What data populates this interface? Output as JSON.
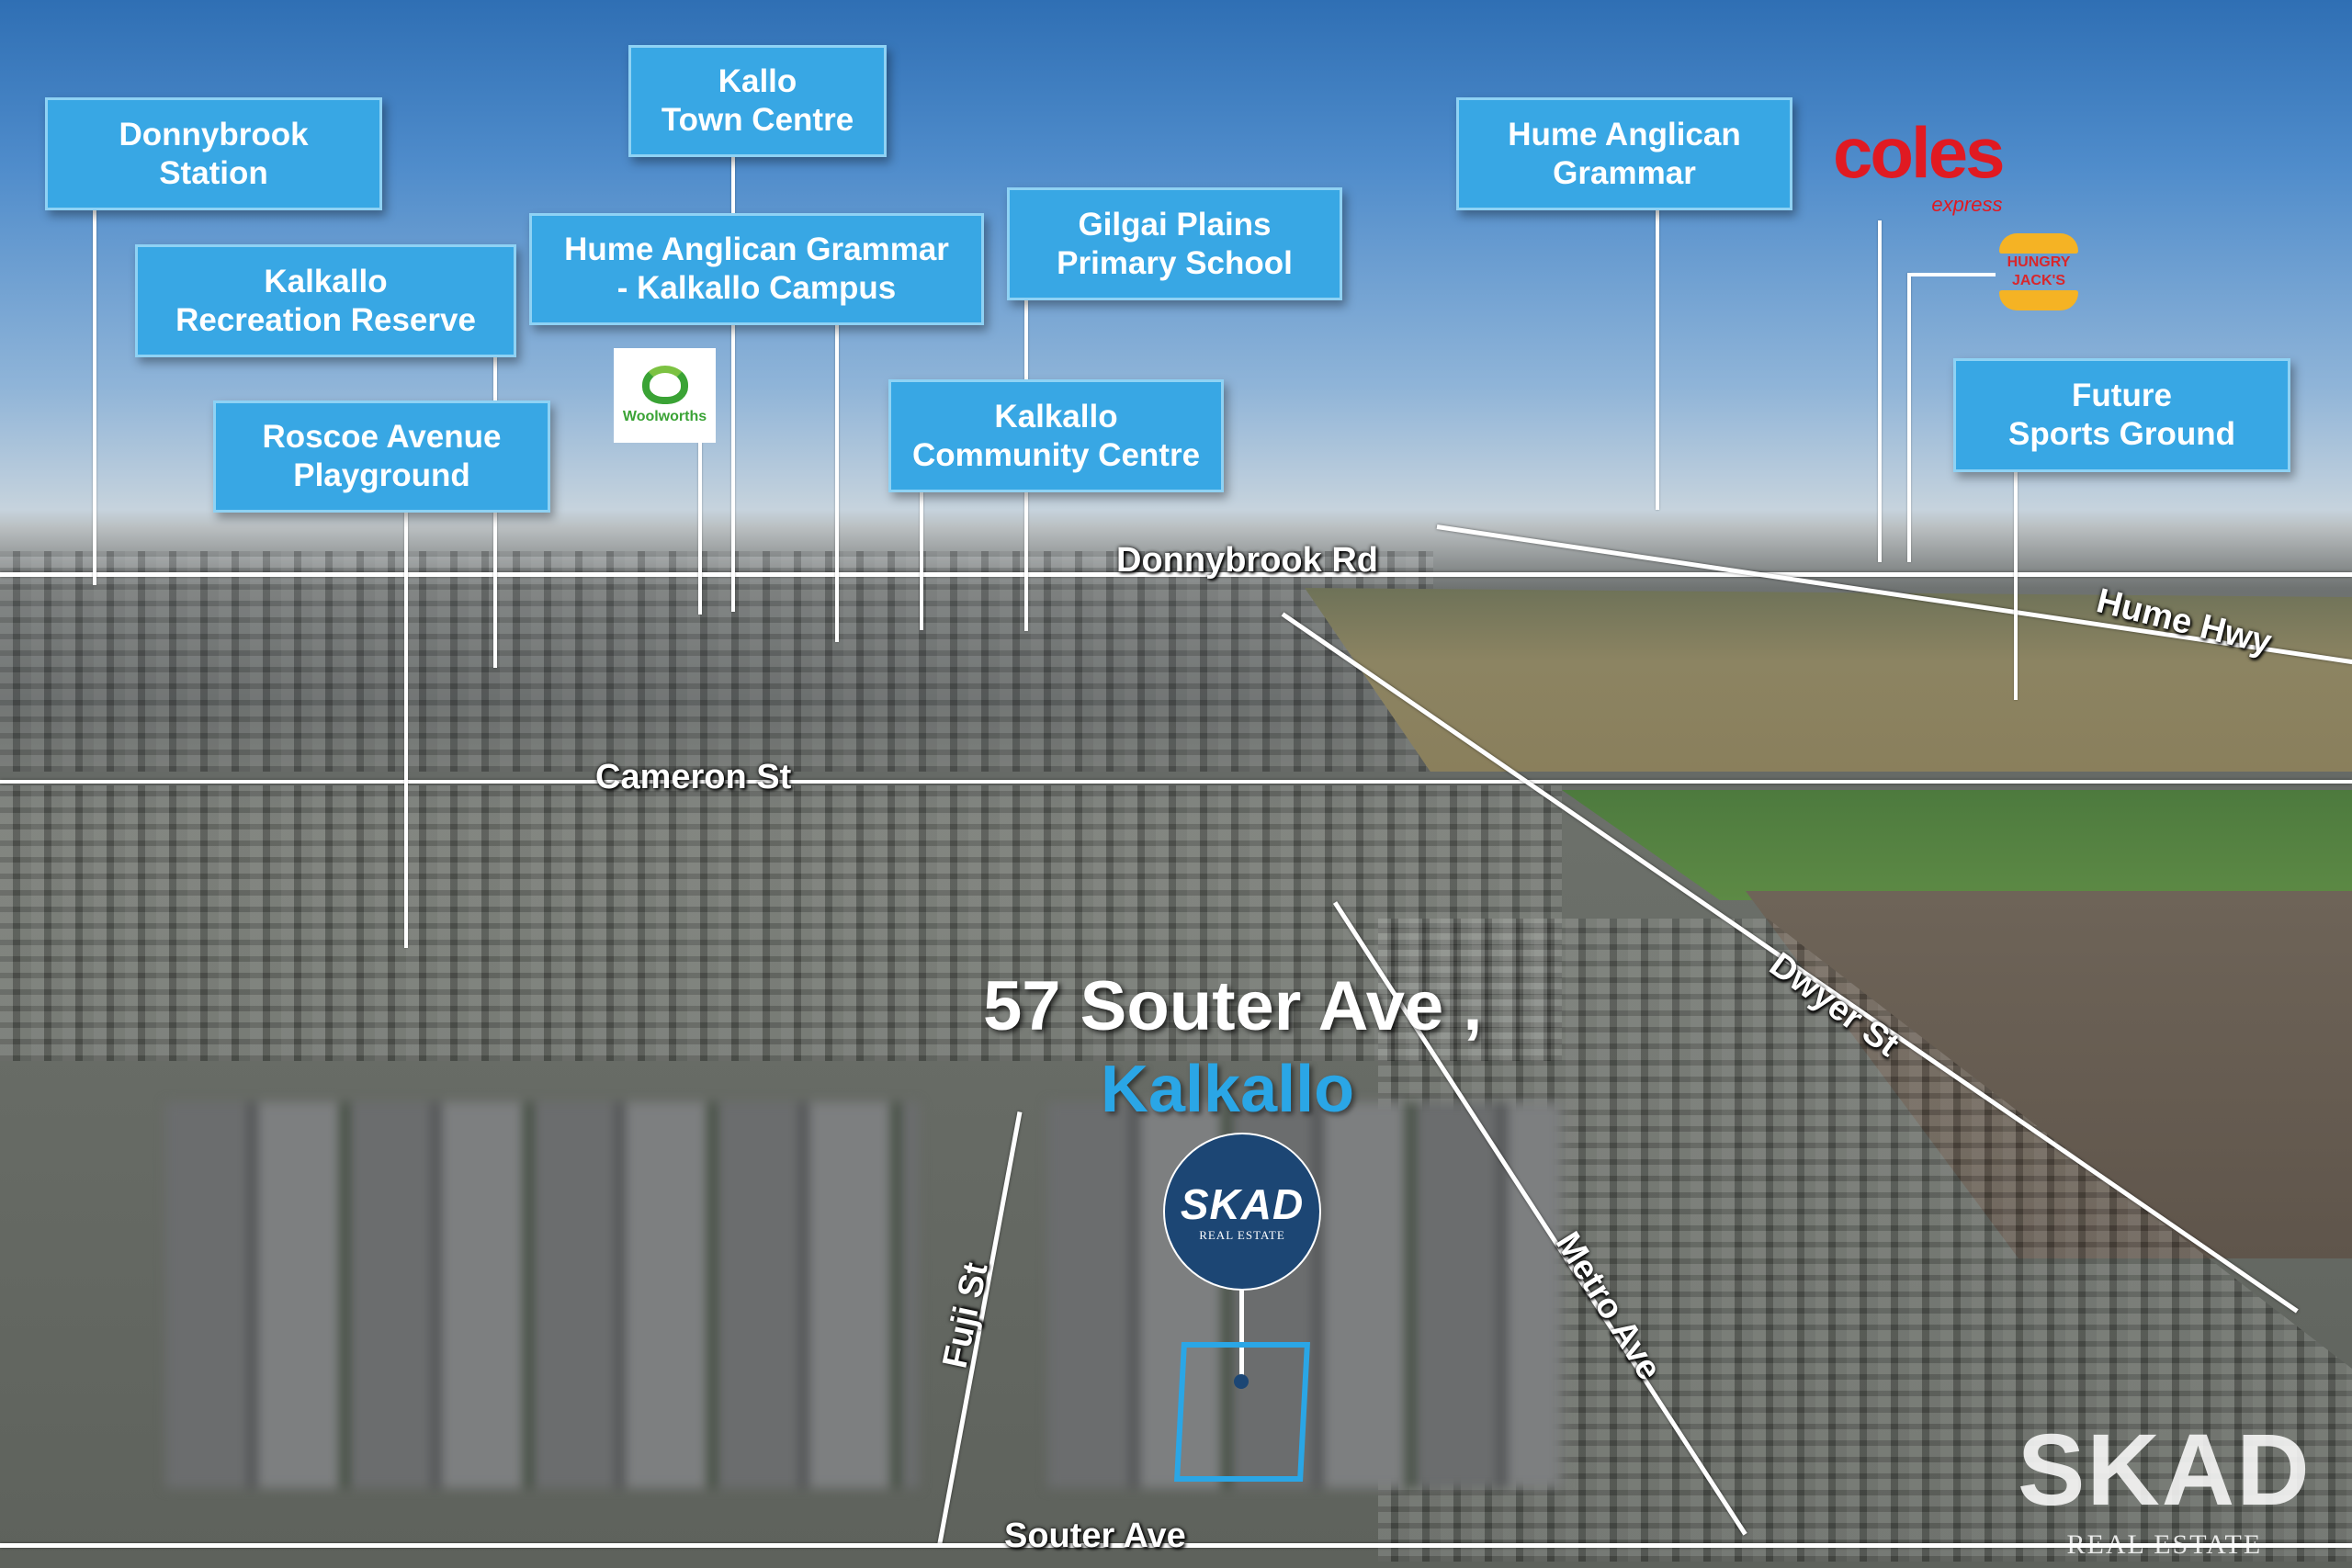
{
  "places": [
    {
      "id": "donnybrook-station",
      "lines": [
        "Donnybrook",
        "Station"
      ]
    },
    {
      "id": "kallo-town-centre",
      "lines": [
        "Kallo",
        "Town Centre"
      ]
    },
    {
      "id": "hume-anglican-kalkallo-campus",
      "lines": [
        "Hume Anglican Grammar",
        "- Kalkallo Campus"
      ]
    },
    {
      "id": "gilgai-plains",
      "lines": [
        "Gilgai Plains",
        "Primary School"
      ]
    },
    {
      "id": "hume-anglican-grammar",
      "lines": [
        "Hume Anglican",
        "Grammar"
      ]
    },
    {
      "id": "kalkallo-recreation-reserve",
      "lines": [
        "Kalkallo",
        "Recreation Reserve"
      ]
    },
    {
      "id": "roscoe-avenue-playground",
      "lines": [
        "Roscoe Avenue",
        "Playground"
      ]
    },
    {
      "id": "kalkallo-community-centre",
      "lines": [
        "Kalkallo",
        "Community Centre"
      ]
    },
    {
      "id": "future-sports-ground",
      "lines": [
        "Future",
        "Sports Ground"
      ]
    }
  ],
  "logos": {
    "woolworths": "Woolworths",
    "coles": "coles",
    "coles_sub": "express",
    "hungry_jacks": [
      "HUNGRY",
      "JACK'S"
    ]
  },
  "roads": {
    "donnybrook_rd": "Donnybrook Rd",
    "hume_hwy": "Hume Hwy",
    "cameron_st": "Cameron St",
    "dwyer_st": "Dwyer St",
    "metro_ave": "Metro Ave",
    "fuji_st": "Fuji St",
    "souter_ave": "Souter Ave"
  },
  "property": {
    "address": "57 Souter Ave ,",
    "suburb": "Kalkallo"
  },
  "brand": {
    "name": "SKAD",
    "tagline": "REAL ESTATE"
  },
  "colors": {
    "label_blue": "#38a7e4",
    "brand_navy": "#1c4674",
    "accent_blue": "#2aa6e6"
  }
}
